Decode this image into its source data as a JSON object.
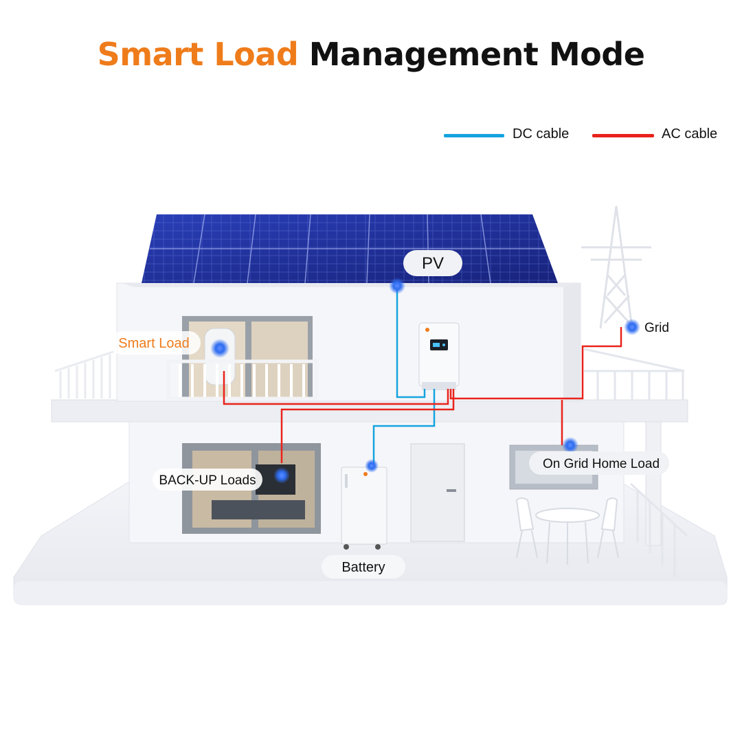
{
  "title": {
    "accent": "Smart Load",
    "rest": "Management Mode"
  },
  "legend": {
    "dc_label": "DC cable",
    "ac_label": "AC cable",
    "dc_color": "#16a3e0",
    "ac_color": "#e8231b"
  },
  "labels": {
    "pv": "PV",
    "grid": "Grid",
    "smart_load": "Smart Load",
    "on_grid_home_load": "On Grid Home Load",
    "backup_loads": "BACK-UP Loads",
    "battery": "Battery"
  },
  "colors": {
    "accent": "#ef7c1b",
    "node_glow": "#2f6df0",
    "solar_panel": "#1e2f9c"
  }
}
